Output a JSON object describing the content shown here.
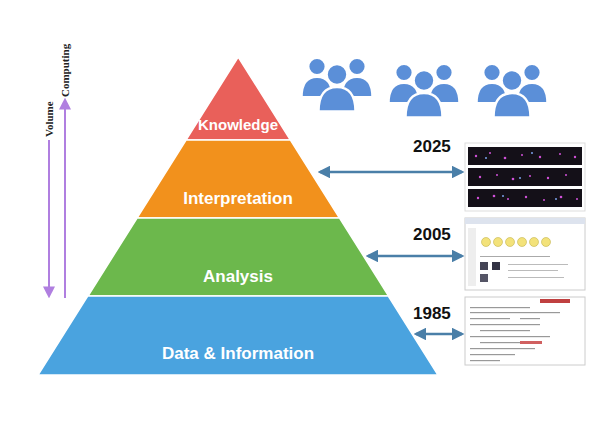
{
  "diagram": {
    "nodes": [
      {
        "text": [
          "Knowledge"
        ]
      },
      {
        "text": [
          "Interpretation"
        ]
      },
      {
        "text": [
          "Analysis"
        ]
      },
      {
        "text": [
          "Data & Information"
        ]
      }
    ],
    "labels": [
      "Volume",
      "Computing",
      "2025",
      "2005",
      "1985"
    ]
  }
}
